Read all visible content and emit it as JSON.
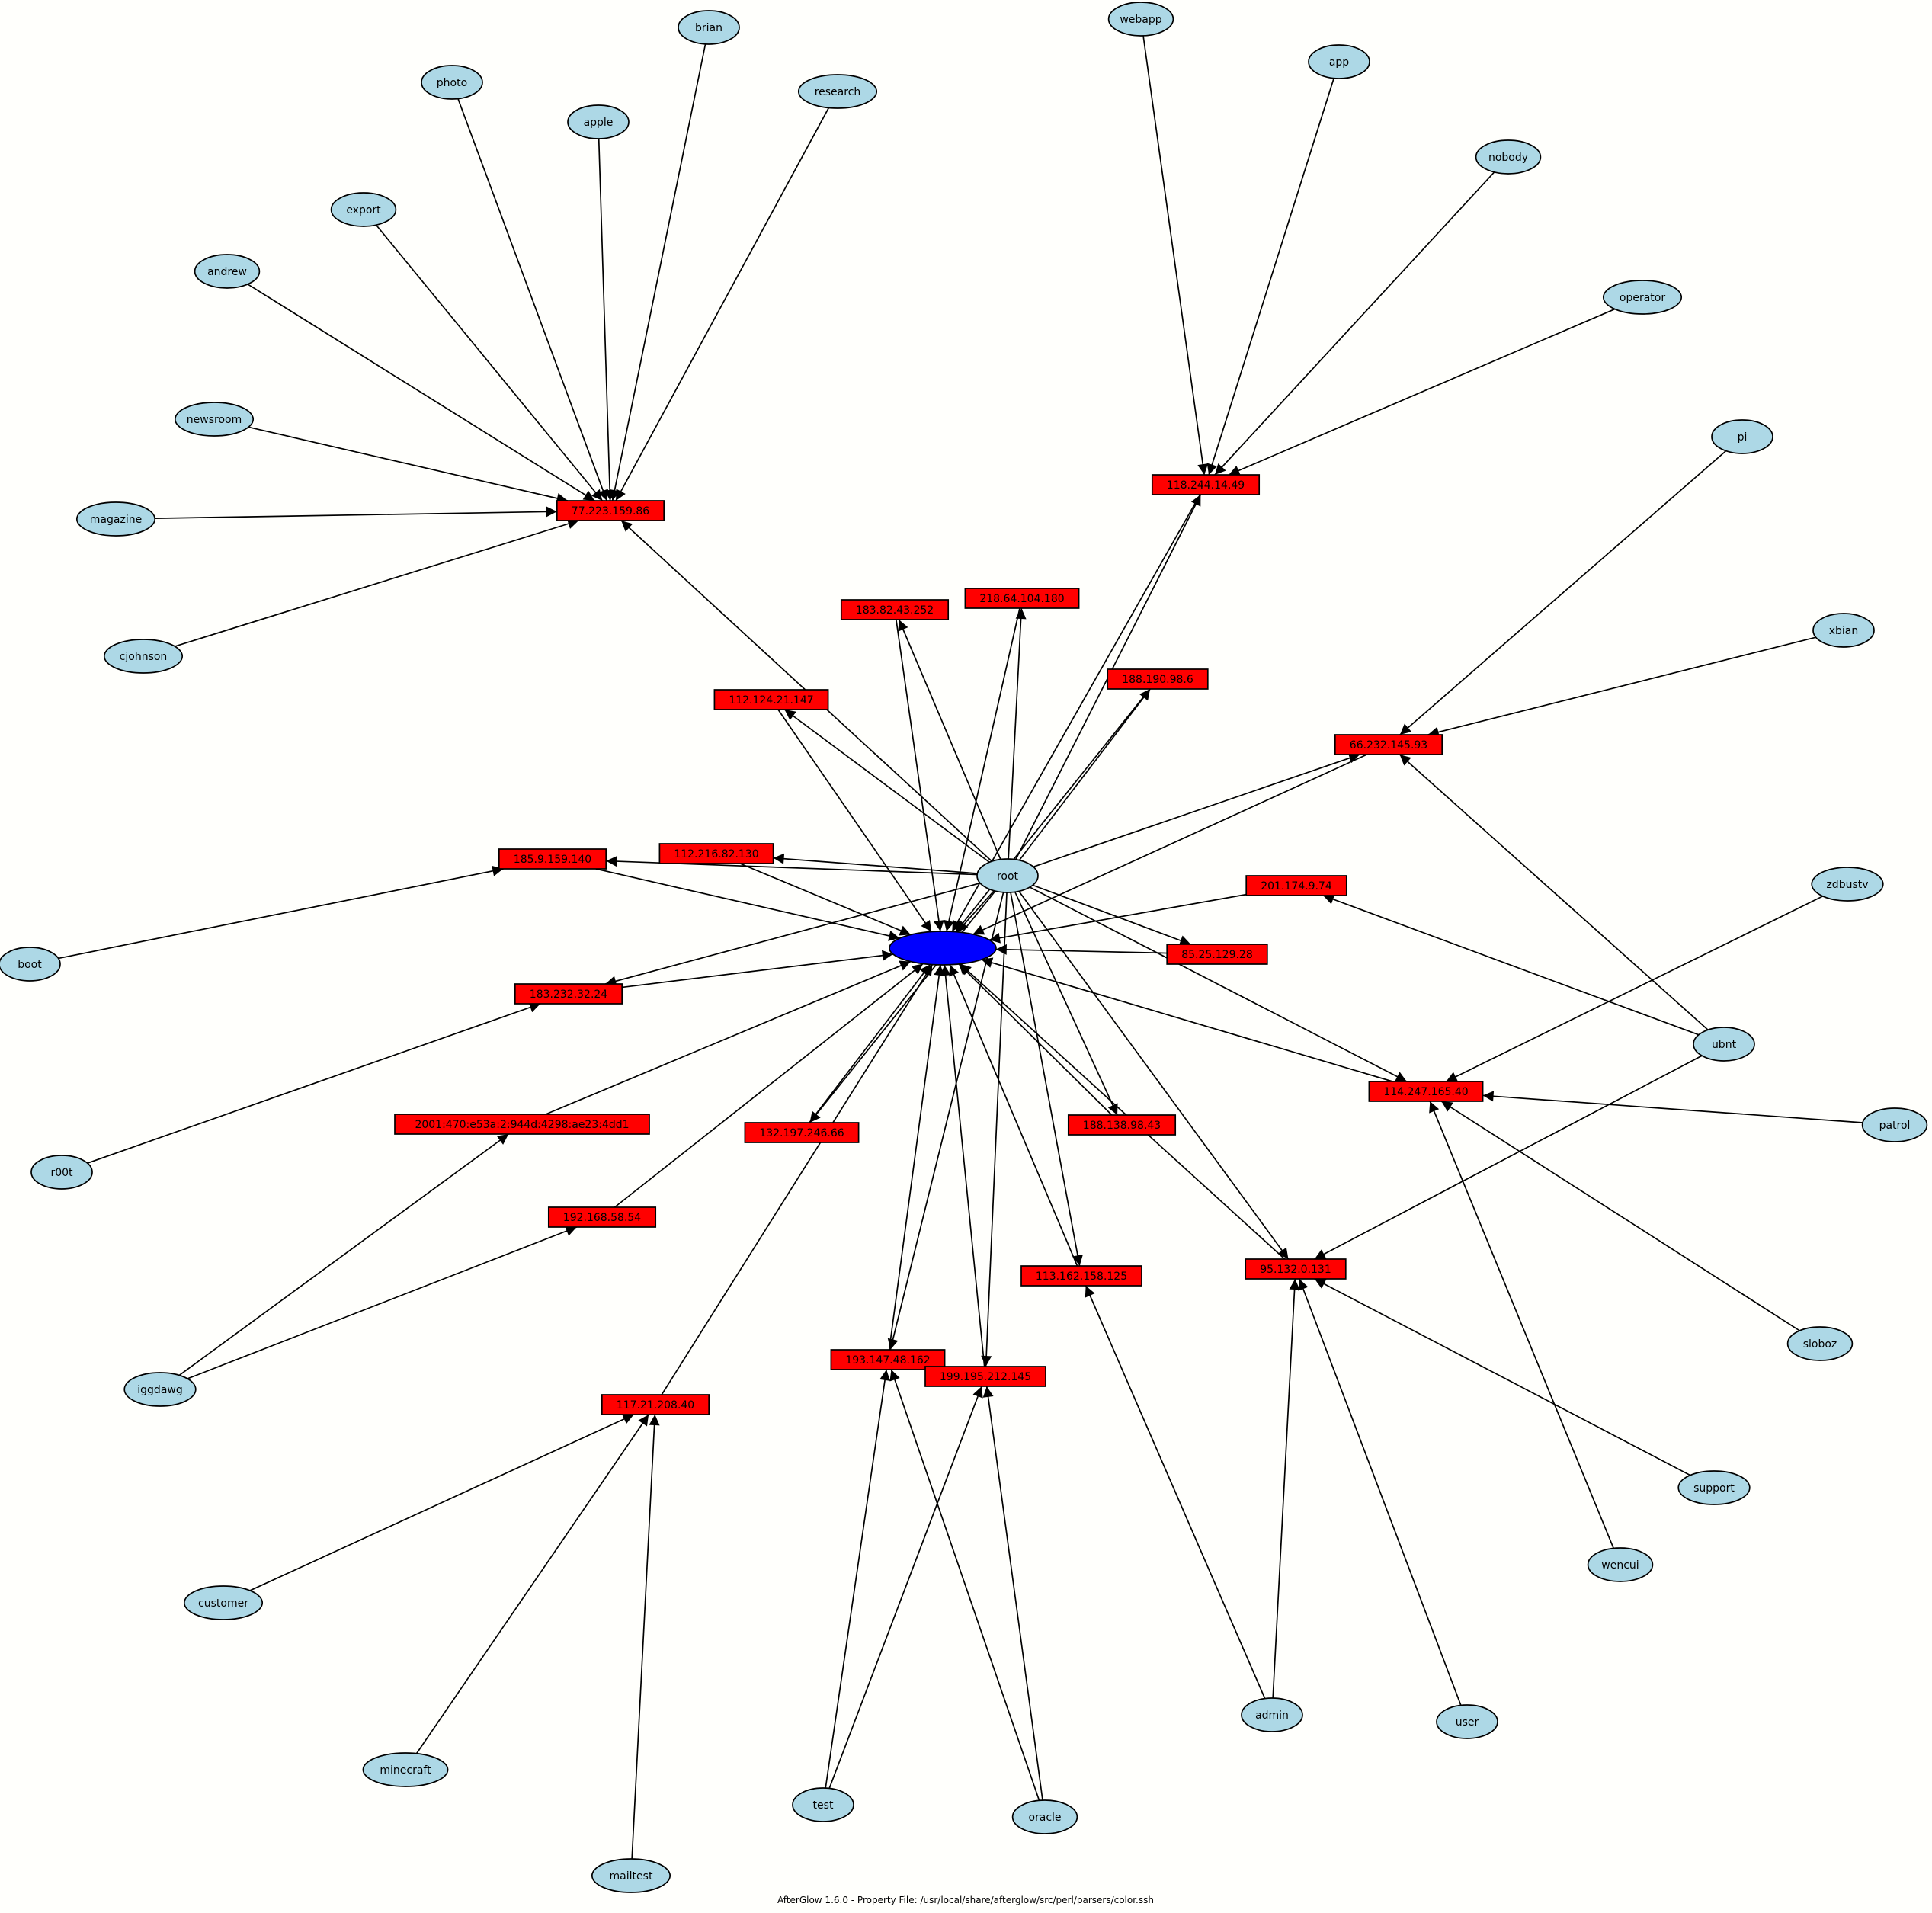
{
  "footer": "AfterGlow 1.6.0 - Property File: /usr/local/share/afterglow/src/perl/parsers/color.ssh",
  "center": {
    "id": "c",
    "label": ""
  },
  "users": [
    {
      "id": "brian",
      "label": "brian"
    },
    {
      "id": "photo",
      "label": "photo"
    },
    {
      "id": "apple",
      "label": "apple"
    },
    {
      "id": "research",
      "label": "research"
    },
    {
      "id": "export",
      "label": "export"
    },
    {
      "id": "andrew",
      "label": "andrew"
    },
    {
      "id": "newsroom",
      "label": "newsroom"
    },
    {
      "id": "magazine",
      "label": "magazine"
    },
    {
      "id": "cjohnson",
      "label": "cjohnson"
    },
    {
      "id": "webapp",
      "label": "webapp"
    },
    {
      "id": "app",
      "label": "app"
    },
    {
      "id": "nobody",
      "label": "nobody"
    },
    {
      "id": "operator",
      "label": "operator"
    },
    {
      "id": "pi",
      "label": "pi"
    },
    {
      "id": "xbian",
      "label": "xbian"
    },
    {
      "id": "root",
      "label": "root"
    },
    {
      "id": "zdbustv",
      "label": "zdbustv"
    },
    {
      "id": "ubnt",
      "label": "ubnt"
    },
    {
      "id": "patrol",
      "label": "patrol"
    },
    {
      "id": "sloboz",
      "label": "sloboz"
    },
    {
      "id": "support",
      "label": "support"
    },
    {
      "id": "wencui",
      "label": "wencui"
    },
    {
      "id": "user",
      "label": "user"
    },
    {
      "id": "admin",
      "label": "admin"
    },
    {
      "id": "oracle",
      "label": "oracle"
    },
    {
      "id": "test",
      "label": "test"
    },
    {
      "id": "mailtest",
      "label": "mailtest"
    },
    {
      "id": "minecraft",
      "label": "minecraft"
    },
    {
      "id": "customer",
      "label": "customer"
    },
    {
      "id": "iggdawg",
      "label": "iggdawg"
    },
    {
      "id": "r00t",
      "label": "r00t"
    },
    {
      "id": "boot",
      "label": "boot"
    }
  ],
  "ips": [
    {
      "id": "i77",
      "label": "77.223.159.86"
    },
    {
      "id": "i118",
      "label": "118.244.14.49"
    },
    {
      "id": "i183a",
      "label": "183.82.43.252"
    },
    {
      "id": "i218",
      "label": "218.64.104.180"
    },
    {
      "id": "i188a",
      "label": "188.190.98.6"
    },
    {
      "id": "i112a",
      "label": "112.124.21.147"
    },
    {
      "id": "i66",
      "label": "66.232.145.93"
    },
    {
      "id": "i185",
      "label": "185.9.159.140"
    },
    {
      "id": "i112b",
      "label": "112.216.82.130"
    },
    {
      "id": "i201",
      "label": "201.174.9.74"
    },
    {
      "id": "i85",
      "label": "85.25.129.28"
    },
    {
      "id": "i183b",
      "label": "183.232.32.24"
    },
    {
      "id": "i114",
      "label": "114.247.165.40"
    },
    {
      "id": "i2001",
      "label": "2001:470:e53a:2:944d:4298:ae23:4dd1"
    },
    {
      "id": "i132",
      "label": "132.197.246.66"
    },
    {
      "id": "i188b",
      "label": "188.138.98.43"
    },
    {
      "id": "i192",
      "label": "192.168.58.54"
    },
    {
      "id": "i113",
      "label": "113.162.158.125"
    },
    {
      "id": "i95",
      "label": "95.132.0.131"
    },
    {
      "id": "i193",
      "label": "193.147.48.162"
    },
    {
      "id": "i199",
      "label": "199.195.212.145"
    },
    {
      "id": "i117",
      "label": "117.21.208.40"
    }
  ],
  "edges": [
    [
      "brian",
      "i77"
    ],
    [
      "photo",
      "i77"
    ],
    [
      "apple",
      "i77"
    ],
    [
      "research",
      "i77"
    ],
    [
      "export",
      "i77"
    ],
    [
      "andrew",
      "i77"
    ],
    [
      "newsroom",
      "i77"
    ],
    [
      "magazine",
      "i77"
    ],
    [
      "cjohnson",
      "i77"
    ],
    [
      "webapp",
      "i118"
    ],
    [
      "app",
      "i118"
    ],
    [
      "nobody",
      "i118"
    ],
    [
      "operator",
      "i118"
    ],
    [
      "pi",
      "i66"
    ],
    [
      "xbian",
      "i66"
    ],
    [
      "ubnt",
      "i66"
    ],
    [
      "ubnt",
      "i201"
    ],
    [
      "ubnt",
      "i95"
    ],
    [
      "zdbustv",
      "i114"
    ],
    [
      "patrol",
      "i114"
    ],
    [
      "sloboz",
      "i114"
    ],
    [
      "wencui",
      "i114"
    ],
    [
      "support",
      "i95"
    ],
    [
      "user",
      "i95"
    ],
    [
      "admin",
      "i95"
    ],
    [
      "admin",
      "i113"
    ],
    [
      "oracle",
      "i193"
    ],
    [
      "oracle",
      "i199"
    ],
    [
      "test",
      "i193"
    ],
    [
      "test",
      "i199"
    ],
    [
      "mailtest",
      "i117"
    ],
    [
      "minecraft",
      "i117"
    ],
    [
      "customer",
      "i117"
    ],
    [
      "iggdawg",
      "i2001"
    ],
    [
      "iggdawg",
      "i192"
    ],
    [
      "r00t",
      "i183b"
    ],
    [
      "boot",
      "i185"
    ],
    [
      "root",
      "i118"
    ],
    [
      "root",
      "i183a"
    ],
    [
      "root",
      "i218"
    ],
    [
      "root",
      "i188a"
    ],
    [
      "root",
      "i112a"
    ],
    [
      "root",
      "i77"
    ],
    [
      "root",
      "i66"
    ],
    [
      "root",
      "i185"
    ],
    [
      "root",
      "i112b"
    ],
    [
      "root",
      "i85"
    ],
    [
      "root",
      "i183b"
    ],
    [
      "root",
      "i114"
    ],
    [
      "root",
      "i132"
    ],
    [
      "root",
      "i188b"
    ],
    [
      "root",
      "i113"
    ],
    [
      "root",
      "i95"
    ],
    [
      "root",
      "i193"
    ],
    [
      "root",
      "i199"
    ],
    [
      "i118",
      "c"
    ],
    [
      "i183a",
      "c"
    ],
    [
      "i218",
      "c"
    ],
    [
      "i188a",
      "c"
    ],
    [
      "i112a",
      "c"
    ],
    [
      "i66",
      "c"
    ],
    [
      "i185",
      "c"
    ],
    [
      "i112b",
      "c"
    ],
    [
      "i201",
      "c"
    ],
    [
      "i85",
      "c"
    ],
    [
      "i183b",
      "c"
    ],
    [
      "i114",
      "c"
    ],
    [
      "i2001",
      "c"
    ],
    [
      "i132",
      "c"
    ],
    [
      "i188b",
      "c"
    ],
    [
      "i192",
      "c"
    ],
    [
      "i113",
      "c"
    ],
    [
      "i95",
      "c"
    ],
    [
      "i193",
      "c"
    ],
    [
      "i199",
      "c"
    ],
    [
      "i117",
      "c"
    ],
    [
      "root",
      "c"
    ]
  ]
}
